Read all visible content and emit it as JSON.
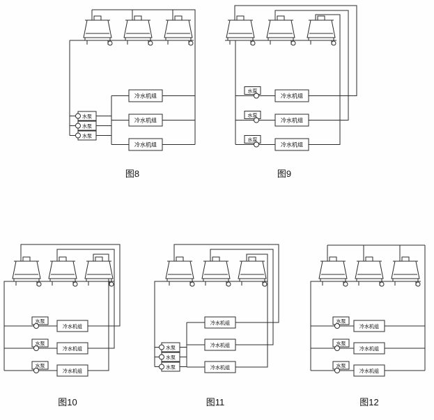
{
  "colors": {
    "ink": "#2b2b2b",
    "background": "#ffffff"
  },
  "labels": {
    "pump": "水泵",
    "chiller": "冷水机组"
  },
  "figures": [
    {
      "caption": "图8",
      "towers": 3,
      "chillers": 3,
      "pumps": 3
    },
    {
      "caption": "图9",
      "towers": 3,
      "chillers": 3,
      "pumps": 3
    },
    {
      "caption": "图10",
      "towers": 3,
      "chillers": 3,
      "pumps": 3
    },
    {
      "caption": "图11",
      "towers": 3,
      "chillers": 3,
      "pumps": 3
    },
    {
      "caption": "图12",
      "towers": 3,
      "chillers": 3,
      "pumps": 3
    }
  ]
}
